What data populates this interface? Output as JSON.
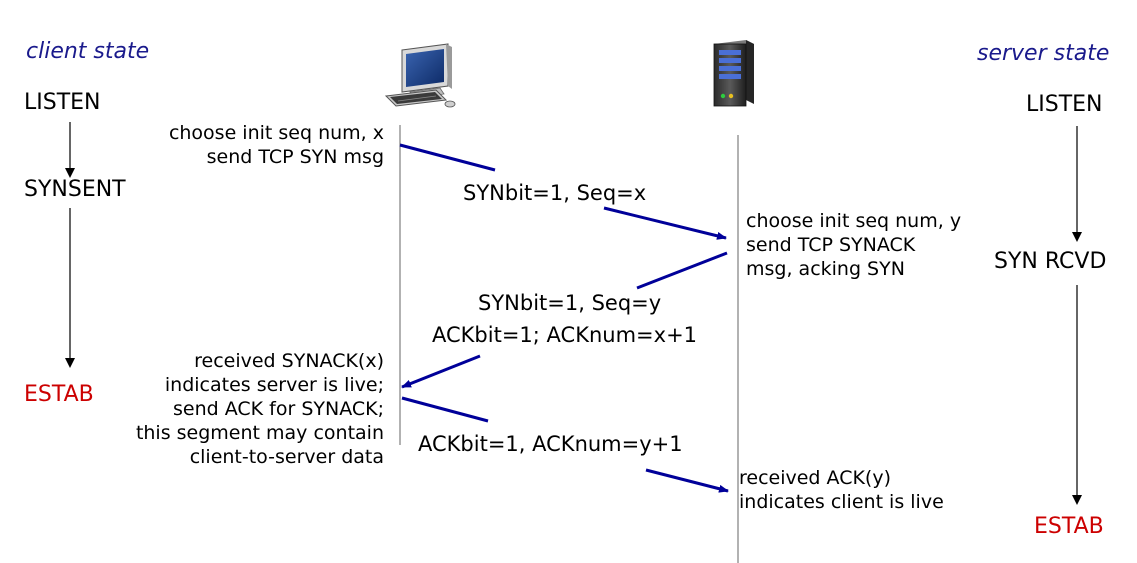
{
  "headers": {
    "client": "client state",
    "server": "server state"
  },
  "client_states": {
    "listen": "LISTEN",
    "synsent": "SYNSENT",
    "estab": "ESTAB"
  },
  "server_states": {
    "listen": "LISTEN",
    "syn_rcvd": "SYN RCVD",
    "estab": "ESTAB"
  },
  "client_notes": {
    "step1": [
      "choose init seq num, x",
      "send TCP SYN msg"
    ],
    "step3": [
      "received SYNACK(x)",
      "indicates server is live;",
      "send ACK for SYNACK;",
      "this segment may contain",
      "client-to-server data"
    ]
  },
  "server_notes": {
    "step2": [
      "choose init seq num, y",
      "send TCP SYNACK",
      "msg, acking SYN"
    ],
    "step4": [
      "received ACK(y)",
      "indicates client is live"
    ]
  },
  "messages": {
    "syn": "SYNbit=1, Seq=x",
    "synack_1": "SYNbit=1, Seq=y",
    "synack_2": "ACKbit=1; ACKnum=x+1",
    "ack": "ACKbit=1, ACKnum=y+1"
  },
  "colors": {
    "arrow": "#000099",
    "estab": "#cc0000",
    "header": "#1a1a8c"
  },
  "icons": {
    "client": "desktop-computer-icon",
    "server": "server-tower-icon"
  }
}
